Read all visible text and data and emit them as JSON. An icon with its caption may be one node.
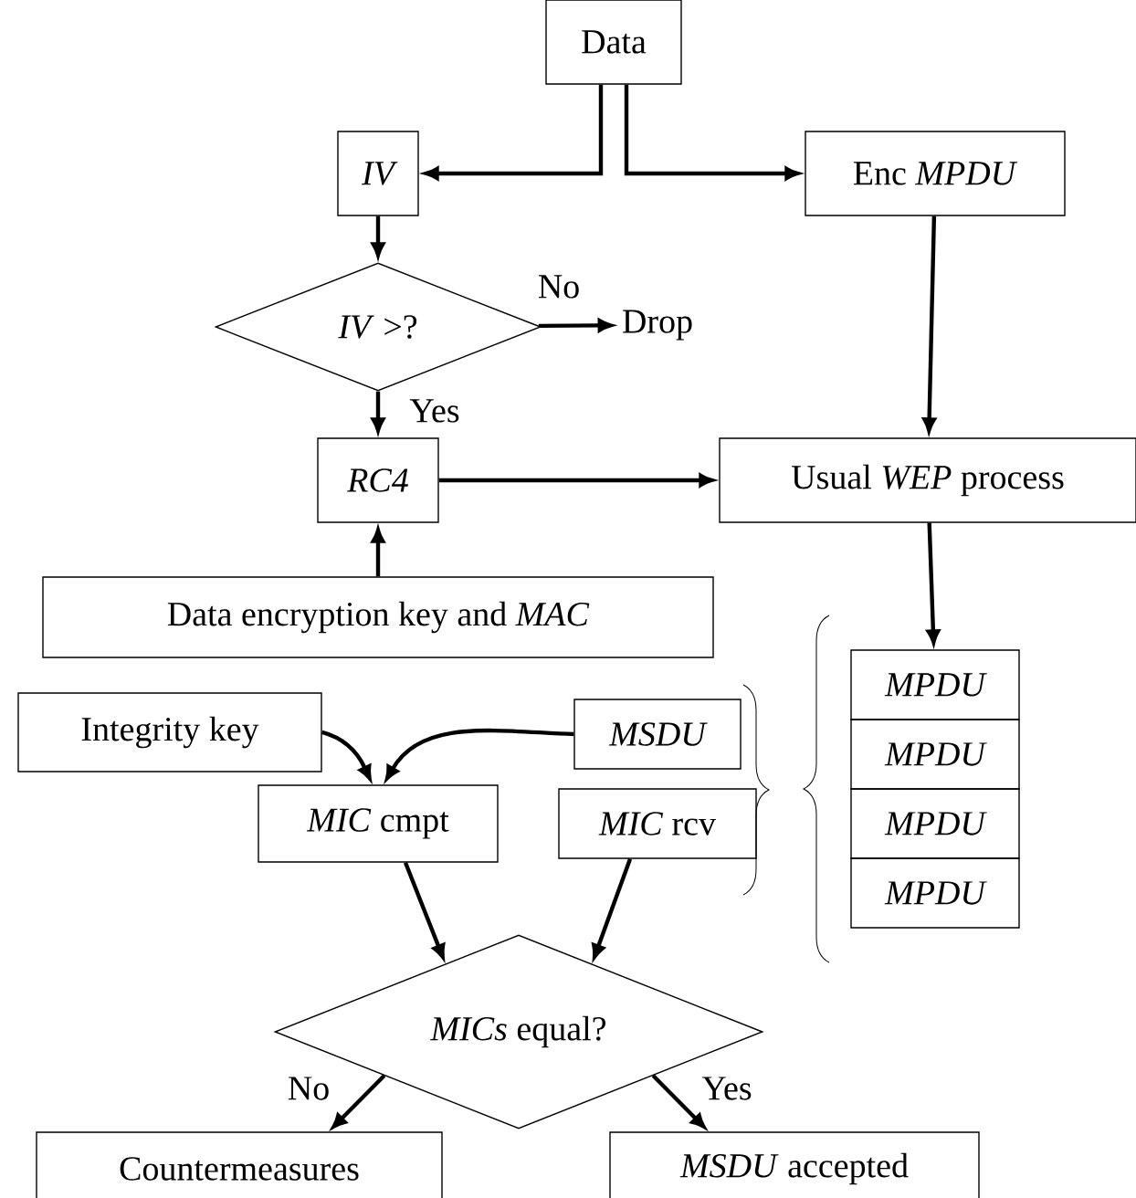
{
  "diagram": {
    "nodes": [
      {
        "text": [
          "Data"
        ]
      },
      {
        "text": [
          "IV"
        ]
      },
      {
        "text": [
          "Enc *MPDU*"
        ]
      },
      {
        "text": [
          "*IV* >?"
        ]
      },
      {
        "text": [
          "Drop"
        ]
      },
      {
        "text": [
          "RC4"
        ]
      },
      {
        "text": [
          "Usual *WEP* process"
        ]
      },
      {
        "text": [
          "Data encryption key and *MAC*"
        ]
      },
      {
        "text": [
          "MPDU"
        ]
      },
      {
        "text": [
          "MPDU"
        ]
      },
      {
        "text": [
          "MPDU"
        ]
      },
      {
        "text": [
          "MPDU"
        ]
      },
      {
        "text": [
          "Integrity key"
        ]
      },
      {
        "text": [
          "MSDU"
        ]
      },
      {
        "text": [
          "*MIC* cmpt"
        ]
      },
      {
        "text": [
          "*MIC* rcv"
        ]
      },
      {
        "text": [
          "*MICs* equal?"
        ]
      },
      {
        "text": [
          "Countermeasures"
        ]
      },
      {
        "text": [
          "*MSDU* accepted"
        ]
      }
    ],
    "edges": [
      {
        "from": 0,
        "to": 1,
        "arrow": "to"
      },
      {
        "from": 0,
        "to": 2,
        "arrow": "to"
      },
      {
        "from": 1,
        "to": 3,
        "arrow": "to"
      },
      {
        "from": 3,
        "to": 4,
        "arrow": "to",
        "label": "No"
      },
      {
        "from": 3,
        "to": 5,
        "arrow": "to",
        "label": "Yes"
      },
      {
        "from": 5,
        "to": 6,
        "arrow": "to"
      },
      {
        "from": 7,
        "to": 5,
        "arrow": "to"
      },
      {
        "from": 2,
        "to": 6,
        "arrow": "to"
      },
      {
        "from": 6,
        "to": 8,
        "arrow": "to"
      },
      {
        "from": 12,
        "to": 14,
        "arrow": "to"
      },
      {
        "from": 13,
        "to": 14,
        "arrow": "to"
      },
      {
        "from": 14,
        "to": 16,
        "arrow": "to"
      },
      {
        "from": 15,
        "to": 16,
        "arrow": "to"
      },
      {
        "from": 16,
        "to": 17,
        "arrow": "to",
        "label": "No"
      },
      {
        "from": 16,
        "to": 18,
        "arrow": "to",
        "label": "Yes"
      }
    ]
  }
}
